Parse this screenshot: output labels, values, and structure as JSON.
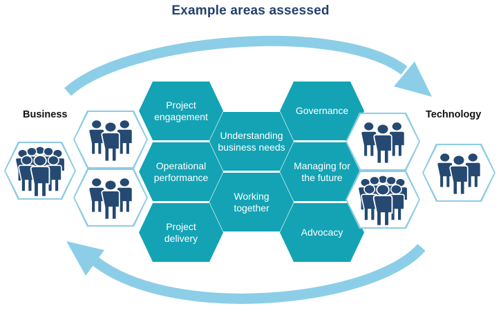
{
  "title": "Example areas assessed",
  "side_labels": {
    "left": "Business",
    "right": "Technology"
  },
  "hexagons": [
    {
      "id": "project-engagement",
      "label": "Project\nengagement"
    },
    {
      "id": "operational-performance",
      "label": "Operational\nperformance"
    },
    {
      "id": "project-delivery",
      "label": "Project\ndelivery"
    },
    {
      "id": "understanding-business-needs",
      "label": "Understanding\nbusiness needs"
    },
    {
      "id": "working-together",
      "label": "Working\ntogether"
    },
    {
      "id": "governance",
      "label": "Governance"
    },
    {
      "id": "managing-for-the-future",
      "label": "Managing for\nthe future"
    },
    {
      "id": "advocacy",
      "label": "Advocacy"
    }
  ],
  "people_hexagons": [
    {
      "position": "business-outer",
      "icon": "people-crowd-icon"
    },
    {
      "position": "business-upper",
      "icon": "people-team-icon"
    },
    {
      "position": "business-lower",
      "icon": "people-team-icon"
    },
    {
      "position": "technology-upper",
      "icon": "people-team-icon"
    },
    {
      "position": "technology-lower",
      "icon": "people-crowd-icon"
    },
    {
      "position": "technology-outer",
      "icon": "people-team-icon"
    }
  ],
  "arrows": [
    {
      "id": "top-arrow",
      "direction": "business-to-technology"
    },
    {
      "id": "bottom-arrow",
      "direction": "technology-to-business"
    }
  ],
  "colors": {
    "hexagon_teal": "#13A3B4",
    "arrow_blue": "#8CCEE7",
    "people_navy": "#254971",
    "people_hex_border": "#8CCCE4",
    "title_navy": "#24406E",
    "side_label_black": "#111111"
  }
}
